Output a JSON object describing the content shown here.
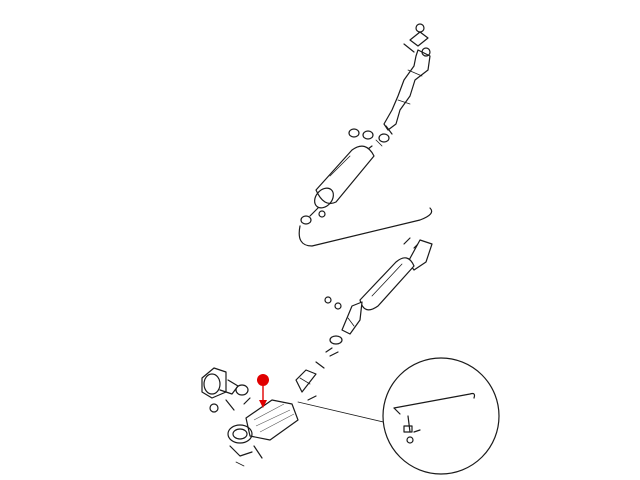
{
  "diagram": {
    "accent_color": "#e00000",
    "line_color": "#1a1a1a",
    "background": "#ffffff",
    "icons": [
      "exhaust-system-exploded-view",
      "highlight-marker",
      "detail-magnifier-circle"
    ],
    "callout": {
      "marker": "red-dot",
      "points_to": "diesel-particulate-filter"
    }
  }
}
